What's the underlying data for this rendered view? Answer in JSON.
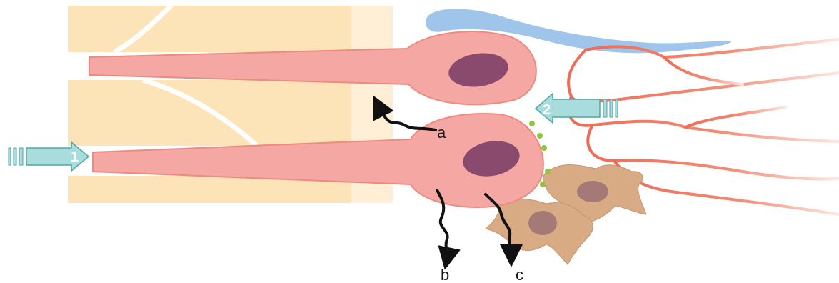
{
  "labels": {
    "a": "a",
    "b": "b",
    "c": "c",
    "arrow1": "1",
    "arrow2": "2"
  },
  "colors": {
    "background": "#ffffff",
    "matrix": "#fde3b8",
    "matrix_light": "#feefd6",
    "neuron_body": "#f5a7a3",
    "neuron_stroke": "#ee8a80",
    "nucleus": "#8a4a6e",
    "glial_blue": "#9fc6ea",
    "vessel_red": "#f06a55",
    "vessel_fade": "#f9c4b8",
    "microglia": "#d9ab85",
    "microglia_nucleus": "#a57a76",
    "signal_dot": "#8dc63f",
    "arrow_fill": "#a9dcdc",
    "arrow_stroke": "#4fa6a6",
    "wavy_arrow": "#111111"
  }
}
